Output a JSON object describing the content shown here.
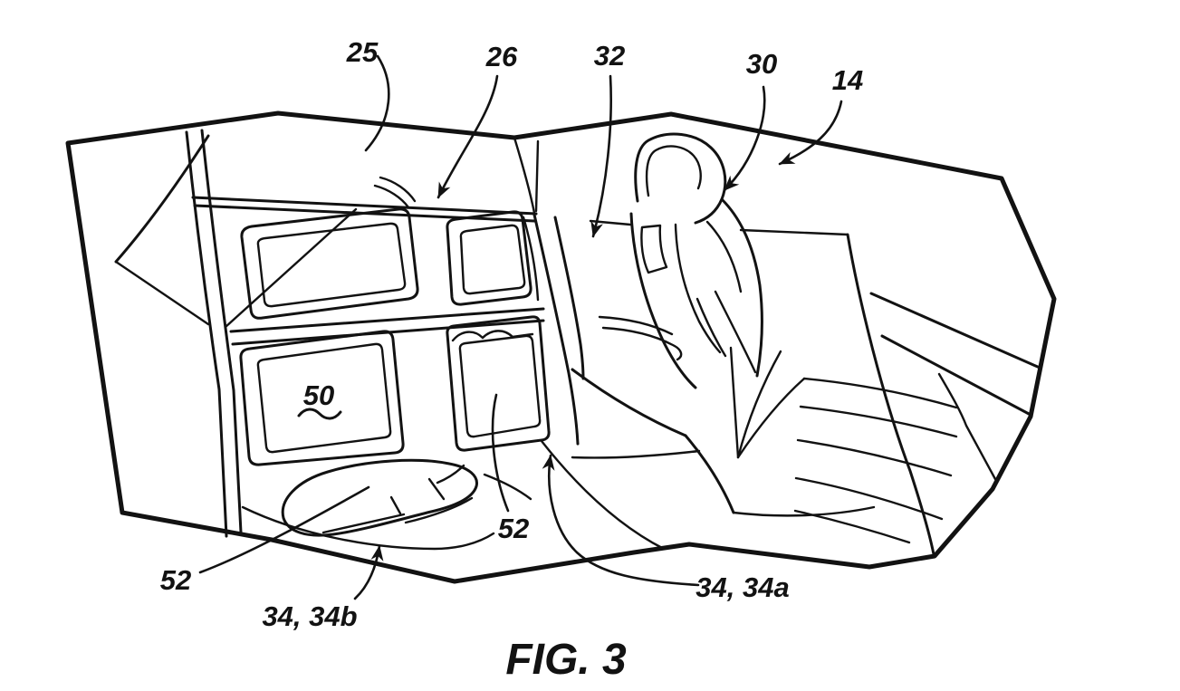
{
  "figure": {
    "caption": "FIG. 3"
  },
  "colors": {
    "ink": "#121212",
    "background": "#ffffff"
  },
  "labels": {
    "ref_25": "25",
    "ref_26": "26",
    "ref_32": "32",
    "ref_30": "30",
    "ref_14": "14",
    "ref_50": "50",
    "ref_52_left": "52",
    "ref_52_center": "52",
    "ref_34_34b": "34, 34b",
    "ref_34_34a": "34, 34a"
  }
}
